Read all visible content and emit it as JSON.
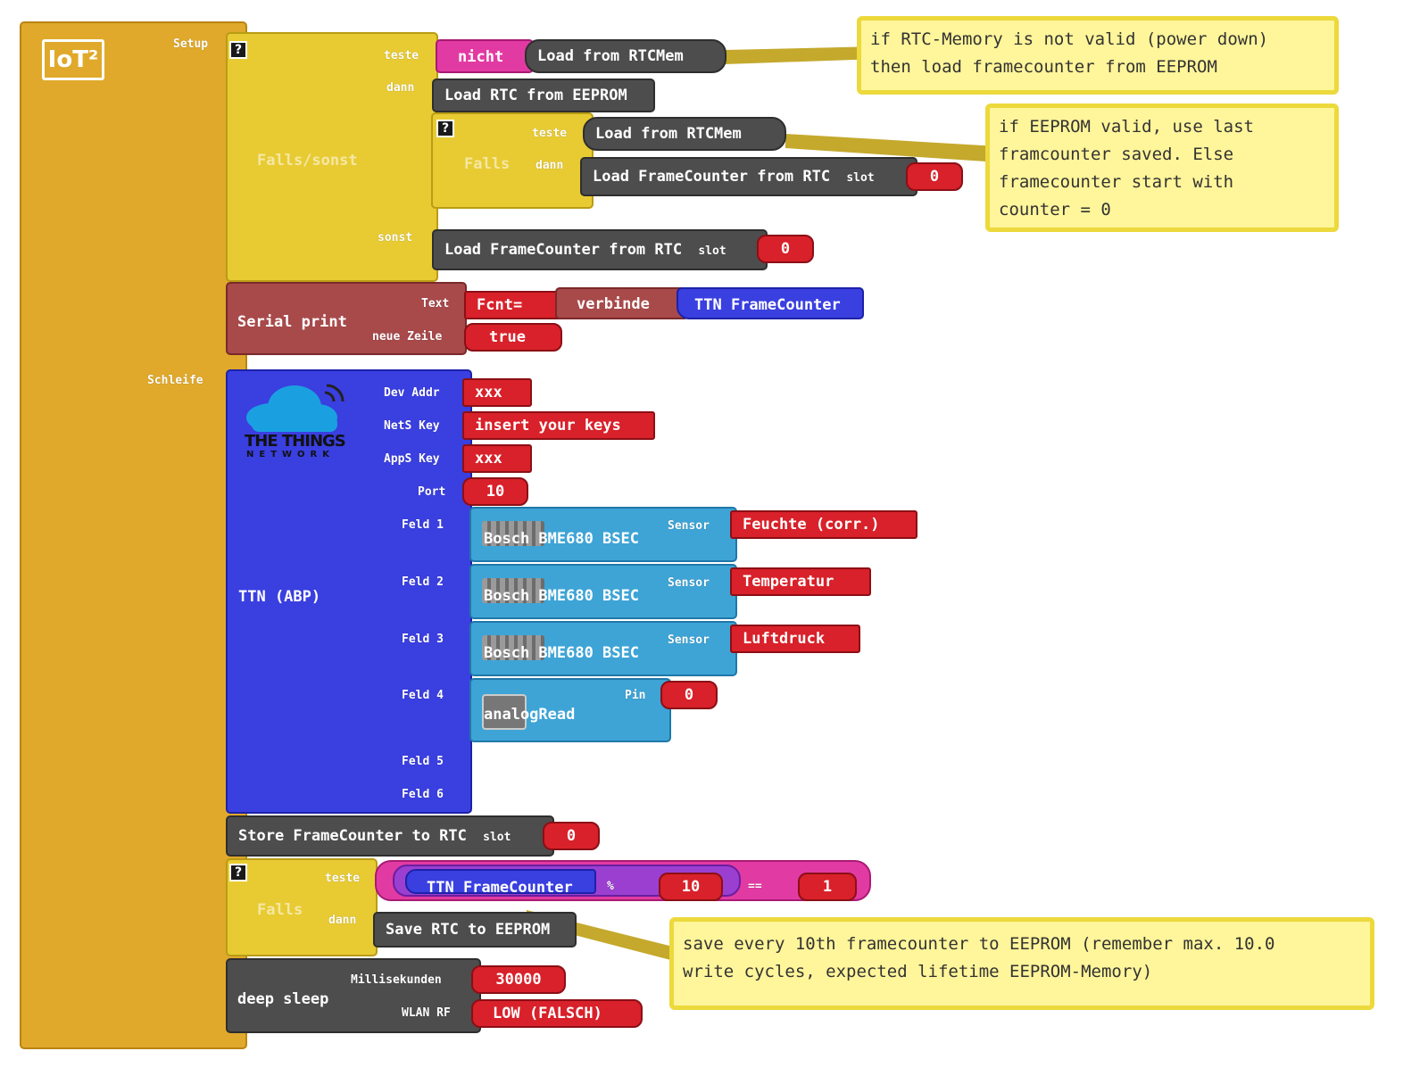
{
  "iot_logo": "IoT²",
  "setup_label": "Setup",
  "loop_label": "Schleife",
  "if_else": {
    "title": "Falls/sonst",
    "test_label": "teste",
    "then_label": "dann",
    "else_label": "sonst",
    "not_label": "nicht",
    "load_rtcmem": "Load from RTCMem",
    "load_rtc_eeprom": "Load RTC from EEPROM",
    "load_fc_rtc": "Load FrameCounter from RTC",
    "slot_label": "slot",
    "slot_value": "0"
  },
  "inner_if": {
    "title": "Falls",
    "test_label": "teste",
    "then_label": "dann",
    "load_rtcmem": "Load from RTCMem",
    "load_fc_rtc": "Load FrameCounter from RTC",
    "slot_label": "slot",
    "slot_value": "0"
  },
  "serial_print": {
    "title": "Serial print",
    "text_label": "Text",
    "newline_label": "neue Zeile",
    "fcnt": "Fcnt=",
    "join": "verbinde",
    "ttn_fc": "TTN FrameCounter",
    "newline_value": "true"
  },
  "ttn": {
    "title": "TTN (ABP)",
    "logo_line1": "THE THINGS",
    "logo_line2": "NETWORK",
    "dev_addr_label": "Dev Addr",
    "dev_addr": "xxx",
    "nets_key_label": "NetS Key",
    "nets_key": "insert your keys",
    "apps_key_label": "AppS Key",
    "apps_key": "xxx",
    "port_label": "Port",
    "port": "10",
    "fields": [
      {
        "label": "Feld 1",
        "block": "Bosch BME680 BSEC",
        "sensor_label": "Sensor",
        "sensor": "Feuchte (corr.)"
      },
      {
        "label": "Feld 2",
        "block": "Bosch BME680 BSEC",
        "sensor_label": "Sensor",
        "sensor": "Temperatur"
      },
      {
        "label": "Feld 3",
        "block": "Bosch BME680 BSEC",
        "sensor_label": "Sensor",
        "sensor": "Luftdruck"
      },
      {
        "label": "Feld 4",
        "block": "analogRead",
        "pin_label": "Pin",
        "pin": "0"
      },
      {
        "label": "Feld 5"
      },
      {
        "label": "Feld 6"
      }
    ]
  },
  "store_fc": {
    "label": "Store FrameCounter to RTC",
    "slot_label": "slot",
    "slot_value": "0"
  },
  "bottom_if": {
    "title": "Falls",
    "test_label": "teste",
    "then_label": "dann",
    "ttn_fc": "TTN FrameCounter",
    "mod_op": "%",
    "mod_value": "10",
    "eq_op": "==",
    "eq_value": "1",
    "save_label": "Save RTC to EEPROM"
  },
  "deep_sleep": {
    "title": "deep sleep",
    "ms_label": "Millisekunden",
    "ms_value": "30000",
    "wlan_label": "WLAN RF",
    "wlan_value": "LOW (FALSCH)"
  },
  "comments": {
    "c1": [
      "if RTC-Memory is not valid (power down)",
      "then load framecounter from EEPROM"
    ],
    "c2": [
      "if EEPROM valid, use last",
      "framcounter saved. Else",
      "framecounter start with",
      "counter = 0"
    ],
    "c3": [
      "save every 10th framecounter to EEPROM (remember max. 10.0",
      "write cycles, expected lifetime EEPROM-Memory)"
    ]
  },
  "colors": {
    "iot": "#e0a92b",
    "logic": "#e8cb33",
    "serial": "#a8494a",
    "ttn": "#3a3fe0",
    "sensor": "#3ea4d6",
    "value": "#d8212a",
    "dark": "#4d4d4d",
    "pink": "#e23aa3",
    "purple": "#9b3fd1",
    "comment": "#fff59a"
  }
}
